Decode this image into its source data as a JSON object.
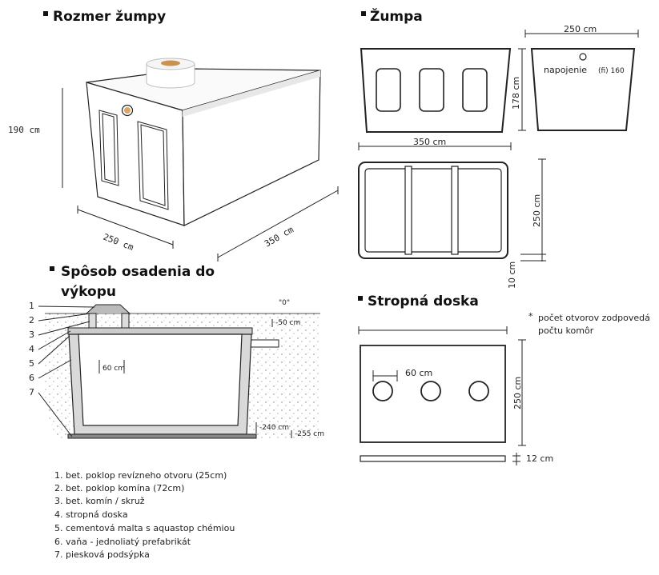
{
  "headings": {
    "rozmer": "Rozmer žumpy",
    "zumpa": "Žumpa",
    "sposob_line1": "Spôsob osadenia do",
    "sposob_line2": "výkopu",
    "stropna": "Stropná doska"
  },
  "tank3d": {
    "height_label": "190 cm",
    "width_label": "250 cm",
    "length_label": "350 cm"
  },
  "zumpa": {
    "top_width": "250 cm",
    "connection": "napojenie",
    "connection_dia": "(fi) 160",
    "height": "178 cm",
    "length": "350 cm",
    "plan_width": "250 cm",
    "wall": "10 cm"
  },
  "section": {
    "numbers": [
      "1",
      "2",
      "3",
      "4",
      "5",
      "6",
      "7"
    ],
    "zero_level": "\"0\"",
    "level_50": "-50 cm",
    "shaft": "60 cm",
    "level_240": "-240 cm",
    "level_255": "-255 cm"
  },
  "legend": [
    "1. bet. poklop revízneho otvoru (25cm)",
    "2. bet. poklop komína (72cm)",
    "3. bet. komín / skruž",
    "4. stropná doska",
    "5. cementová malta s aquastop chémiou",
    "6. vaňa - jednoliatý prefabrikát",
    "7. piesková podsýpka"
  ],
  "slab": {
    "note_line1": "počet otvorov zodpovedá",
    "note_line2": "počtu komôr",
    "note_mark": "*",
    "hole_spacing": "60 cm",
    "height": "250 cm",
    "thickness": "12 cm"
  }
}
